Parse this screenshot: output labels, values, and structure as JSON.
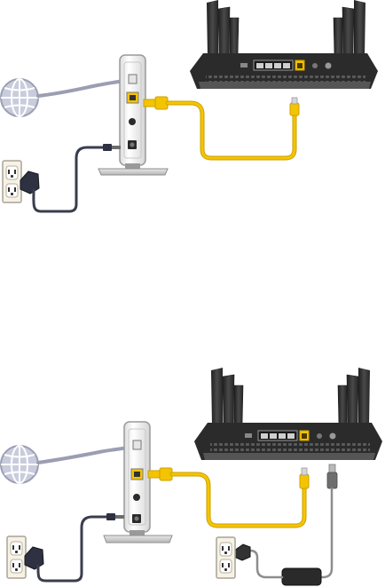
{
  "diagram": {
    "panels": [
      {
        "id": "step-1",
        "components": [
          "internet-globe",
          "modem",
          "router",
          "wall-outlet",
          "modem-power-adapter",
          "ethernet-cable"
        ]
      },
      {
        "id": "step-2",
        "components": [
          "internet-globe",
          "modem",
          "router",
          "wall-outlet",
          "modem-power-adapter",
          "router-power-adapter",
          "ethernet-cable"
        ]
      }
    ]
  },
  "colors": {
    "ethernet_cable": "#f5c400",
    "ethernet_cable_edge": "#caa000",
    "internet_cable": "#9b9eb3",
    "modem_power_cable": "#3a3d4d",
    "router_power_cable": "#8d8d8d",
    "router_body": "#2b2b2b",
    "antenna": "#3b3b3b",
    "modem_body": "#f2f2f2",
    "modem_edge": "#9a9a9a",
    "globe": "#c9ccdc",
    "globe_grid": "#ffffff",
    "outlet_plate": "#f7f2e4"
  }
}
